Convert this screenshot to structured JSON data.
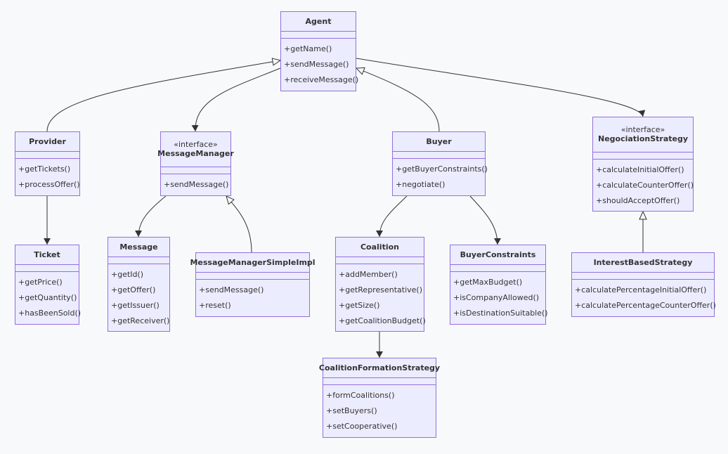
{
  "diagram": {
    "colors": {
      "background": "#f8f9fa",
      "node_fill": "#ececff",
      "node_border": "#9370db",
      "edge": "#333333",
      "text": "#333333"
    },
    "classes": [
      {
        "id": "agent",
        "name": "Agent",
        "stereotype": "",
        "operations": [
          "+getName()",
          "+sendMessage()",
          "+receiveMessage()"
        ]
      },
      {
        "id": "provider",
        "name": "Provider",
        "stereotype": "",
        "operations": [
          "+getTickets()",
          "+processOffer()"
        ]
      },
      {
        "id": "messagemanager",
        "name": "MessageManager",
        "stereotype": "«interface»",
        "operations": [
          "+sendMessage()"
        ]
      },
      {
        "id": "buyer",
        "name": "Buyer",
        "stereotype": "",
        "operations": [
          "+getBuyerConstraints()",
          "+negotiate()"
        ]
      },
      {
        "id": "negociationstrategy",
        "name": "NegociationStrategy",
        "stereotype": "«interface»",
        "operations": [
          "+calculateInitialOffer()",
          "+calculateCounterOffer()",
          "+shouldAcceptOffer()"
        ]
      },
      {
        "id": "ticket",
        "name": "Ticket",
        "stereotype": "",
        "operations": [
          "+getPrice()",
          "+getQuantity()",
          "+hasBeenSold()"
        ]
      },
      {
        "id": "message",
        "name": "Message",
        "stereotype": "",
        "operations": [
          "+getId()",
          "+getOffer()",
          "+getIssuer()",
          "+getReceiver()"
        ]
      },
      {
        "id": "messagemanagersimpleimpl",
        "name": "MessageManagerSimpleImpl",
        "stereotype": "",
        "operations": [
          "+sendMessage()",
          "+reset()"
        ]
      },
      {
        "id": "coalition",
        "name": "Coalition",
        "stereotype": "",
        "operations": [
          "+addMember()",
          "+getRepresentative()",
          "+getSize()",
          "+getCoalitionBudget()"
        ]
      },
      {
        "id": "buyerconstraints",
        "name": "BuyerConstraints",
        "stereotype": "",
        "operations": [
          "+getMaxBudget()",
          "+isCompanyAllowed()",
          "+isDestinationSuitable()"
        ]
      },
      {
        "id": "interestbasedstrategy",
        "name": "InterestBasedStrategy",
        "stereotype": "",
        "operations": [
          "+calculatePercentageInitialOffer()",
          "+calculatePercentageCounterOffer()"
        ]
      },
      {
        "id": "coalitionformationstrategy",
        "name": "CoalitionFormationStrategy",
        "stereotype": "",
        "operations": [
          "+formCoalitions()",
          "+setBuyers()",
          "+setCooperative()"
        ]
      }
    ],
    "relations": [
      {
        "from": "provider",
        "to": "agent",
        "type": "inheritance"
      },
      {
        "from": "buyer",
        "to": "agent",
        "type": "inheritance"
      },
      {
        "from": "agent",
        "to": "messagemanager",
        "type": "association"
      },
      {
        "from": "agent",
        "to": "negociationstrategy",
        "type": "association"
      },
      {
        "from": "provider",
        "to": "ticket",
        "type": "association"
      },
      {
        "from": "messagemanager",
        "to": "message",
        "type": "association"
      },
      {
        "from": "messagemanagersimpleimpl",
        "to": "messagemanager",
        "type": "inheritance"
      },
      {
        "from": "buyer",
        "to": "coalition",
        "type": "association"
      },
      {
        "from": "buyer",
        "to": "buyerconstraints",
        "type": "association"
      },
      {
        "from": "interestbasedstrategy",
        "to": "negociationstrategy",
        "type": "inheritance"
      },
      {
        "from": "coalition",
        "to": "coalitionformationstrategy",
        "type": "association"
      }
    ]
  }
}
